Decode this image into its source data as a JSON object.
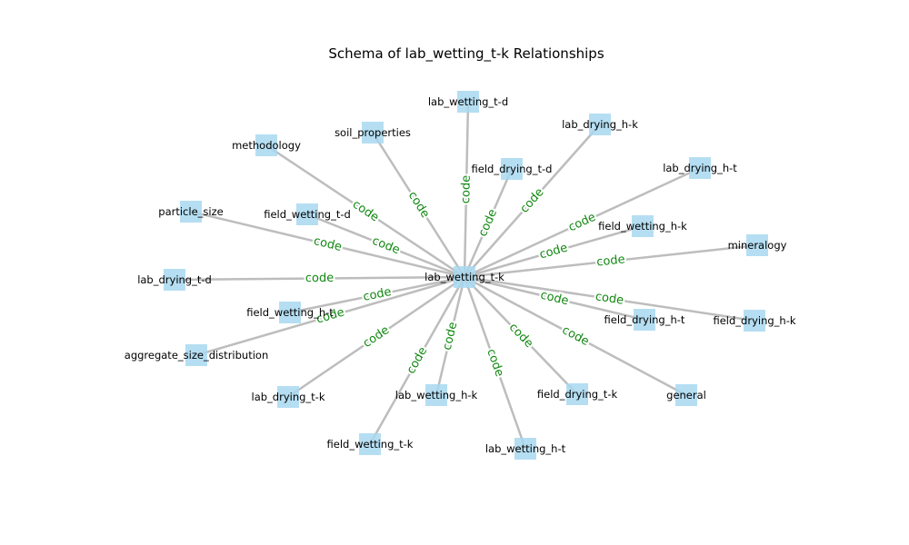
{
  "title": "Schema of lab_wetting_t-k Relationships",
  "colors": {
    "node_fill": "#a8d8f0",
    "edge": "#bdbdbd",
    "edge_label": "#118811",
    "text": "#000000"
  },
  "center": {
    "id": "lab_wetting_t-k",
    "label": "lab_wetting_t-k"
  },
  "nodes": [
    {
      "id": "lab_wetting_t-d",
      "label": "lab_wetting_t-d"
    },
    {
      "id": "lab_drying_h-k",
      "label": "lab_drying_h-k"
    },
    {
      "id": "soil_properties",
      "label": "soil_properties"
    },
    {
      "id": "methodology",
      "label": "methodology"
    },
    {
      "id": "field_drying_t-d",
      "label": "field_drying_t-d"
    },
    {
      "id": "lab_drying_h-t",
      "label": "lab_drying_h-t"
    },
    {
      "id": "particle_size",
      "label": "particle_size"
    },
    {
      "id": "field_wetting_t-d",
      "label": "field_wetting_t-d"
    },
    {
      "id": "field_wetting_h-k",
      "label": "field_wetting_h-k"
    },
    {
      "id": "mineralogy",
      "label": "mineralogy"
    },
    {
      "id": "lab_drying_t-d",
      "label": "lab_drying_t-d"
    },
    {
      "id": "field_wetting_h-t",
      "label": "field_wetting_h-t"
    },
    {
      "id": "field_drying_h-t",
      "label": "field_drying_h-t"
    },
    {
      "id": "field_drying_h-k",
      "label": "field_drying_h-k"
    },
    {
      "id": "aggregate_size_distribution",
      "label": "aggregate_size_distribution"
    },
    {
      "id": "lab_drying_t-k",
      "label": "lab_drying_t-k"
    },
    {
      "id": "lab_wetting_h-k",
      "label": "lab_wetting_h-k"
    },
    {
      "id": "field_drying_t-k",
      "label": "field_drying_t-k"
    },
    {
      "id": "general",
      "label": "general"
    },
    {
      "id": "field_wetting_t-k",
      "label": "field_wetting_t-k"
    },
    {
      "id": "lab_wetting_h-t",
      "label": "lab_wetting_h-t"
    }
  ],
  "edges": [
    {
      "from": "lab_wetting_t-k",
      "to": "lab_wetting_t-d",
      "label": "code"
    },
    {
      "from": "lab_wetting_t-k",
      "to": "lab_drying_h-k",
      "label": "code"
    },
    {
      "from": "lab_wetting_t-k",
      "to": "soil_properties",
      "label": "code"
    },
    {
      "from": "lab_wetting_t-k",
      "to": "methodology",
      "label": "code"
    },
    {
      "from": "lab_wetting_t-k",
      "to": "field_drying_t-d",
      "label": "code"
    },
    {
      "from": "lab_wetting_t-k",
      "to": "lab_drying_h-t",
      "label": "code"
    },
    {
      "from": "lab_wetting_t-k",
      "to": "particle_size",
      "label": "code"
    },
    {
      "from": "lab_wetting_t-k",
      "to": "field_wetting_t-d",
      "label": "code"
    },
    {
      "from": "lab_wetting_t-k",
      "to": "field_wetting_h-k",
      "label": "code"
    },
    {
      "from": "lab_wetting_t-k",
      "to": "mineralogy",
      "label": "code"
    },
    {
      "from": "lab_wetting_t-k",
      "to": "lab_drying_t-d",
      "label": "code"
    },
    {
      "from": "lab_wetting_t-k",
      "to": "field_wetting_h-t",
      "label": "code"
    },
    {
      "from": "lab_wetting_t-k",
      "to": "field_drying_h-t",
      "label": "code"
    },
    {
      "from": "lab_wetting_t-k",
      "to": "field_drying_h-k",
      "label": "code"
    },
    {
      "from": "lab_wetting_t-k",
      "to": "aggregate_size_distribution",
      "label": "code"
    },
    {
      "from": "lab_wetting_t-k",
      "to": "lab_drying_t-k",
      "label": "code"
    },
    {
      "from": "lab_wetting_t-k",
      "to": "lab_wetting_h-k",
      "label": "code"
    },
    {
      "from": "lab_wetting_t-k",
      "to": "field_drying_t-k",
      "label": "code"
    },
    {
      "from": "lab_wetting_t-k",
      "to": "general",
      "label": "code"
    },
    {
      "from": "lab_wetting_t-k",
      "to": "field_wetting_t-k",
      "label": "code"
    },
    {
      "from": "lab_wetting_t-k",
      "to": "lab_wetting_h-t",
      "label": "code"
    }
  ]
}
